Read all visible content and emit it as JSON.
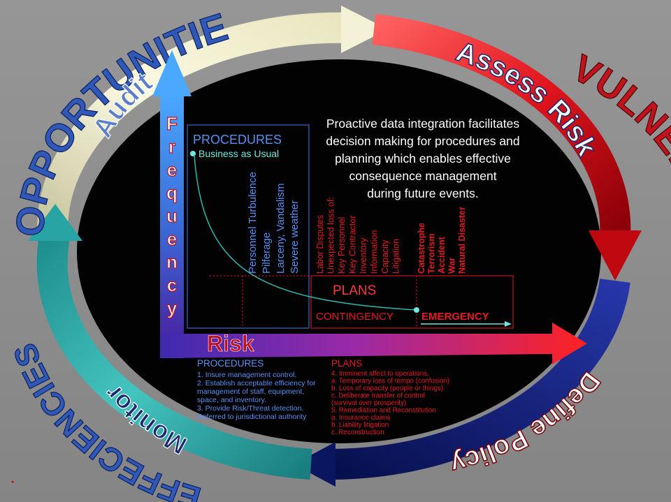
{
  "cycle": {
    "outer_labels": {
      "opportunities": "OPPORTUNITIES",
      "vulnerabilities": "VULNERABILITIES",
      "effeciencies": "EFFECIENCIES"
    },
    "stages": {
      "audit": "Audit",
      "assess_risk": "Assess Risk",
      "define_policy": "Define Policy",
      "monitor": "Monitor"
    }
  },
  "axes": {
    "y_label": "Frequency",
    "y_letters": [
      "F",
      "r",
      "e",
      "q",
      "u",
      "e",
      "n",
      "c",
      "y"
    ],
    "x_label": "Risk"
  },
  "header": {
    "procedures_title": "PROCEDURES",
    "business_as_usual": "Business as Usual",
    "intro_lines": [
      "Proactive data integration facilitates",
      "decision making for procedures and",
      "planning which enables effective",
      "consequence management",
      "during future events."
    ]
  },
  "columns": {
    "procedures_items": [
      "Personnel Turbulence",
      "Pilferage",
      "Larceny, Vandalism",
      "Severe weather"
    ],
    "contingency_items": [
      "Labor Disputes",
      "Unexpected loss of:",
      "Key Personnel",
      "Key Contractor",
      "Inventory",
      "Information",
      "Capacity",
      "Litigation"
    ],
    "emergency_items": [
      "Catastrophe",
      "Terrorism",
      "Accident",
      "War",
      "Natural Disaster"
    ]
  },
  "plans_box": {
    "title": "PLANS",
    "contingency": "CONTINGENCY",
    "emergency": "EMERGENCY"
  },
  "bottom_notes": {
    "procedures": {
      "title": "PROCEDURES",
      "lines": [
        "1. Insure management  control.",
        "2. Establish acceptable efficiency for",
        "management  of staff, equipment,",
        "space, and inventory.",
        "3. Provide Risk/Threat  detection.",
        "   Referred to jurisdictional authority"
      ]
    },
    "plans": {
      "title": "PLANS",
      "lines": [
        "4. Imminent affect to operations.",
        "    a. Temporary loss of tempo  (confusion)",
        "    b. Loss of capacity  (people or things)",
        "    c. Deliberate transfer of control",
        "       (survival over prosperity)",
        "5. Remediation  and Reconstitution",
        "    a. Insurance claims",
        "    b. Liability litigation",
        "    c. Reconstruction"
      ]
    }
  },
  "colors": {
    "background": "#8c8c8c",
    "opportunity_arc": "#f2f0cf",
    "risk_arc": "#d7101a",
    "policy_arc": "#0c1d7a",
    "efficiency_arc": "#28a4a4",
    "label_blue": "#2f58b8",
    "label_red": "#c0141c",
    "procedures_text": "#5b8ff0",
    "plans_text": "#e21b22"
  }
}
